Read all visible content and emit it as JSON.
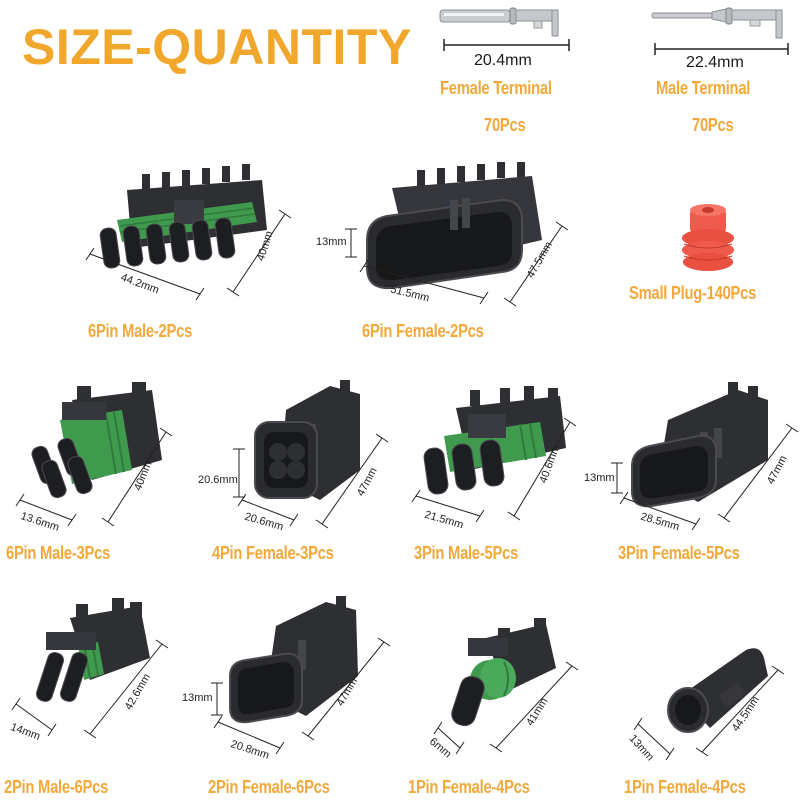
{
  "title": "SIZE-QUANTITY",
  "colors": {
    "heading": "#f0a72c",
    "label": "#f2a83a",
    "connector_body": "#2e2f33",
    "seal_green": "#3f9a4e",
    "plug_red": "#ee5a4c",
    "terminal_metal": "#c9ccd0",
    "dimension_line": "#222222"
  },
  "terminals": [
    {
      "name": "Female Terminal",
      "quantity": "70Pcs",
      "length": "20.4mm"
    },
    {
      "name": "Male Terminal",
      "quantity": "70Pcs",
      "length": "22.4mm"
    }
  ],
  "items": [
    {
      "label": "6Pin Male-2Pcs",
      "dims": {
        "width": "44.2mm",
        "length": "40mm"
      }
    },
    {
      "label": "6Pin Female-2Pcs",
      "dims": {
        "height": "13mm",
        "width": "51.5mm",
        "length": "47.5mm"
      }
    },
    {
      "label": "Small Plug-140Pcs",
      "dims": {}
    },
    {
      "label": "6Pin Male-3Pcs",
      "dims": {
        "width": "13.6mm",
        "length": "40mm"
      }
    },
    {
      "label": "4Pin Female-3Pcs",
      "dims": {
        "height": "20.6mm",
        "width": "20.6mm",
        "length": "47mm"
      }
    },
    {
      "label": "3Pin Male-5Pcs",
      "dims": {
        "width": "21.5mm",
        "length": "40.6mm"
      }
    },
    {
      "label": "3Pin Female-5Pcs",
      "dims": {
        "height": "13mm",
        "width": "28.5mm",
        "length": "47mm"
      }
    },
    {
      "label": "2Pin Male-6Pcs",
      "dims": {
        "width": "14mm",
        "length": "42.6mm"
      }
    },
    {
      "label": "2Pin Female-6Pcs",
      "dims": {
        "height": "13mm",
        "width": "20.8mm",
        "length": "47mm"
      }
    },
    {
      "label": "1Pin Female-4Pcs",
      "dims": {
        "width": "6mm",
        "length": "41mm"
      }
    },
    {
      "label": "1Pin Female-4Pcs",
      "dims": {
        "width": "13mm",
        "length": "44.5mm"
      }
    }
  ]
}
